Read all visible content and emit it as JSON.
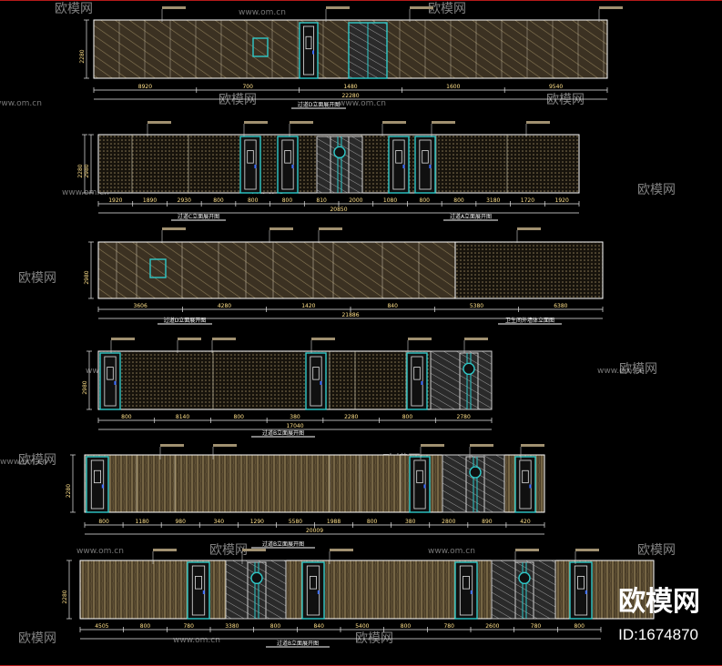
{
  "watermark": {
    "brand": "欧模网",
    "url": "www.om.cn"
  },
  "id_label": "ID:1674870",
  "colors": {
    "wall_fill": "#3b3122",
    "hatch": "#8a7a55",
    "frame_line": "#ffffff",
    "dim_line": "#e8e8e8",
    "door_cyan": "#2fc9c9",
    "dim_text": "#ffe08a",
    "title_text": "#ffffff",
    "leader_tag": "#a09070",
    "border_red": "#b51a1a"
  },
  "elevations": [
    {
      "title": "过道D立面展开图",
      "height_dim": "2280",
      "subdims": [
        "8920",
        "700",
        "1480",
        "1600",
        "9540"
      ],
      "total": "22280"
    },
    {
      "titles": [
        "过道C立面展开图",
        "过道A立面展开图"
      ],
      "height_dims": [
        "2280",
        "2980"
      ],
      "subdims": [
        "1920",
        "1890",
        "2930",
        "800",
        "800",
        "800",
        "810",
        "2000",
        "1080",
        "800",
        "800",
        "3180",
        "1720",
        "1920"
      ],
      "total": "20850"
    },
    {
      "titles": [
        "过道D立面展开图",
        "卫生间外墙体立面图"
      ],
      "height_dim": "2980",
      "subdims": [
        "3606",
        "4280",
        "1420",
        "840",
        "5380",
        "6380"
      ],
      "total": "21886"
    },
    {
      "title": "过道B立面展开图",
      "height_dim": "2980",
      "subdims": [
        "800",
        "8140",
        "800",
        "380",
        "2280",
        "800",
        "2780"
      ],
      "total": "17040"
    },
    {
      "title": "过道B立面展开图",
      "height_dim": "2280",
      "subdims": [
        "800",
        "1180",
        "980",
        "340",
        "1290",
        "5580",
        "1988",
        "800",
        "380",
        "2800",
        "890",
        "420"
      ],
      "total": "20009"
    },
    {
      "title": "过道B立面展开图",
      "height_dim": "2280",
      "subdims": [
        "4505",
        "800",
        "780",
        "3380",
        "800",
        "840",
        "5400",
        "800",
        "780",
        "2600",
        "780",
        "800"
      ],
      "total": ""
    }
  ]
}
